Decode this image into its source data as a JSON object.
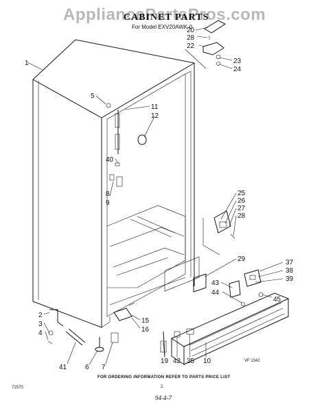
{
  "watermark": "AppliancePartsPros.com",
  "title": "CABINET PARTS",
  "subtitle": "For Model EXV20AWK-0",
  "footer": "FOR ORDERING INFORMATION REFER TO PARTS PRICE LIST",
  "code_left": "71570",
  "page_number": "2",
  "date": "94-4-7",
  "code_right": "VF 1342",
  "callouts": [
    "1",
    "2",
    "3",
    "4",
    "5",
    "6",
    "7",
    "8",
    "9",
    "10",
    "11",
    "12",
    "15",
    "16",
    "19",
    "20",
    "22",
    "23",
    "24",
    "25",
    "26",
    "27",
    "28",
    "28",
    "29",
    "35",
    "37",
    "38",
    "39",
    "40",
    "41",
    "42",
    "43",
    "44",
    "45"
  ]
}
